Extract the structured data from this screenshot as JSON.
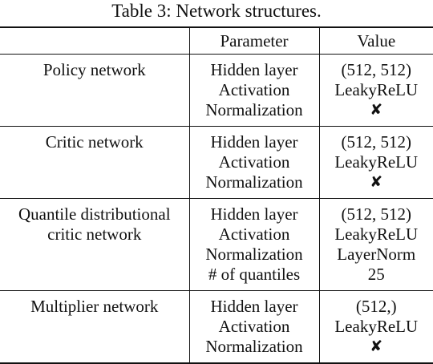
{
  "caption": "Table 3: Network structures.",
  "headers": {
    "blank": "",
    "parameter": "Parameter",
    "value": "Value"
  },
  "groups": [
    {
      "name_lines": [
        "Policy network"
      ],
      "params": [
        "Hidden layer",
        "Activation",
        "Normalization"
      ],
      "values": [
        "(512, 512)",
        "LeakyReLU",
        "✘"
      ]
    },
    {
      "name_lines": [
        "Critic network"
      ],
      "params": [
        "Hidden layer",
        "Activation",
        "Normalization"
      ],
      "values": [
        "(512, 512)",
        "LeakyReLU",
        "✘"
      ]
    },
    {
      "name_lines": [
        "Quantile distributional",
        "critic network"
      ],
      "params": [
        "Hidden layer",
        "Activation",
        "Normalization",
        "# of quantiles"
      ],
      "values": [
        "(512, 512)",
        "LeakyReLU",
        "LayerNorm",
        "25"
      ]
    },
    {
      "name_lines": [
        "Multiplier network"
      ],
      "params": [
        "Hidden layer",
        "Activation",
        "Normalization"
      ],
      "values": [
        "(512,)",
        "LeakyReLU",
        "✘"
      ]
    }
  ]
}
